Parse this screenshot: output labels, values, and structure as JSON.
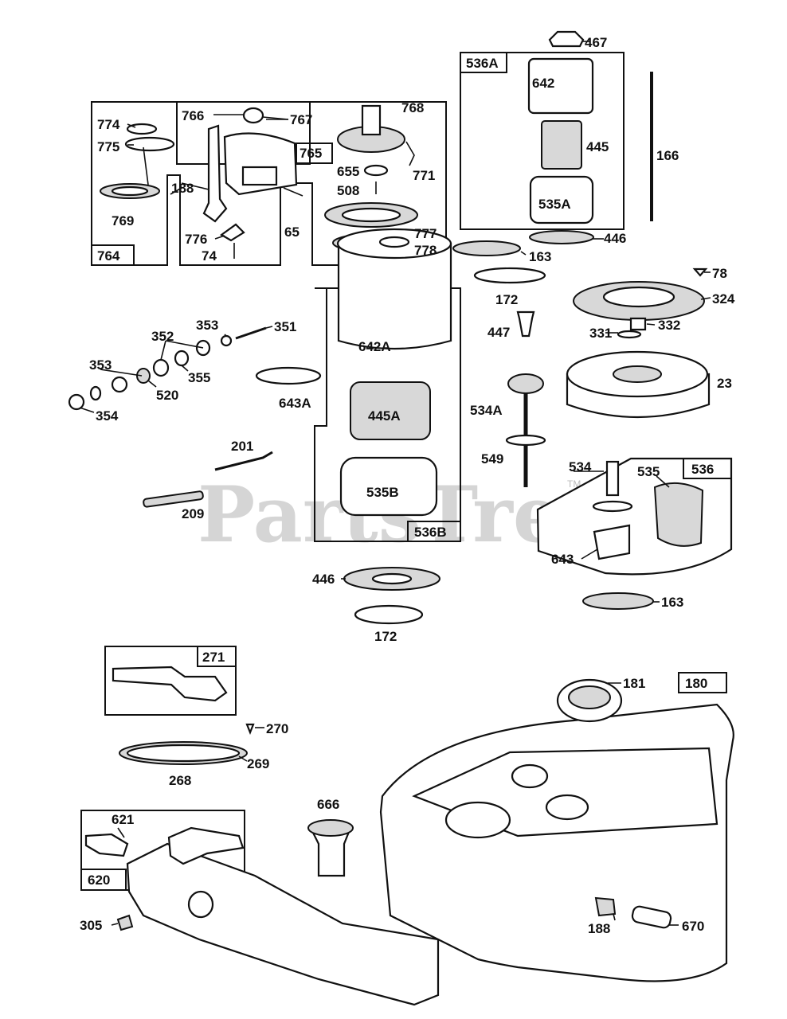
{
  "watermark": {
    "text": "PartsTree",
    "tm": "TM"
  },
  "boxes": {
    "b764": "764",
    "b765": "765",
    "b536A": "536A",
    "b536B": "536B",
    "b536": "536",
    "b271": "271",
    "b620": "620",
    "b180": "180"
  },
  "labels": {
    "l467": "467",
    "l642": "642",
    "l445": "445",
    "l535A": "535A",
    "l166": "166",
    "l446a": "446",
    "l163a": "163",
    "l774": "774",
    "l775": "775",
    "l769": "769",
    "l766": "766",
    "l767": "767",
    "l188a": "188",
    "l776": "776",
    "l74": "74",
    "l65": "65",
    "l768": "768",
    "l655": "655",
    "l508": "508",
    "l771": "771",
    "l777": "777",
    "l778": "778",
    "l172a": "172",
    "l447": "447",
    "l78": "78",
    "l324": "324",
    "l331": "331",
    "l332": "332",
    "l23": "23",
    "l353a": "353",
    "l351": "351",
    "l352": "352",
    "l355": "355",
    "l353b": "353",
    "l520": "520",
    "l354": "354",
    "l642A": "642A",
    "l643A": "643A",
    "l445A": "445A",
    "l535B": "535B",
    "l534A": "534A",
    "l549": "549",
    "l201": "201",
    "l209": "209",
    "l534": "534",
    "l535": "535",
    "l643": "643",
    "l163b": "163",
    "l446b": "446",
    "l172b": "172",
    "l270": "270",
    "l268": "268",
    "l269": "269",
    "l181": "181",
    "l666": "666",
    "l621": "621",
    "l305": "305",
    "l188b": "188",
    "l670": "670"
  }
}
